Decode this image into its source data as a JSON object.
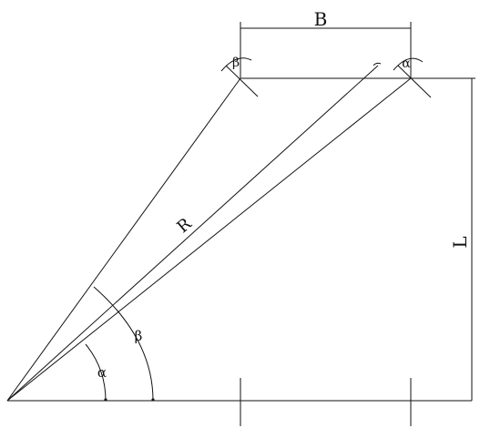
{
  "labels": {
    "B": "B",
    "L": "L",
    "R": "R",
    "alpha_top": "α",
    "beta_top": "β",
    "alpha_bottom": "α",
    "beta_bottom": "β"
  }
}
